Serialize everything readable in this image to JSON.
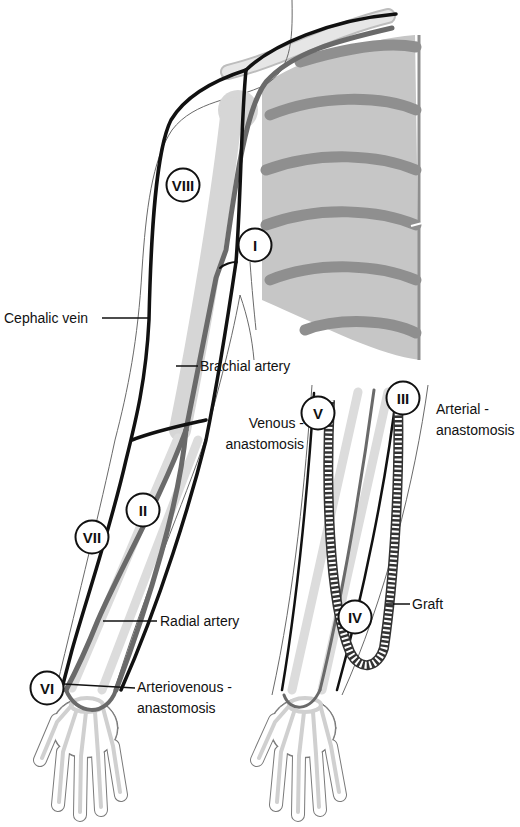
{
  "diagram": {
    "nodes": [
      {
        "text": [
          "VIII"
        ]
      },
      {
        "text": [
          "I"
        ]
      },
      {
        "text": [
          "V"
        ]
      },
      {
        "text": [
          "III"
        ]
      },
      {
        "text": [
          "II"
        ]
      },
      {
        "text": [
          "VII"
        ]
      },
      {
        "text": [
          "IV"
        ]
      },
      {
        "text": [
          "VI"
        ]
      }
    ],
    "labels": [
      "Cephalic vein",
      "Brachial artery",
      "Venous - anastomosis",
      "Arterial - anastomosis",
      "Graft",
      "Radial artery",
      "Arteriovenous - anastomosis"
    ]
  }
}
